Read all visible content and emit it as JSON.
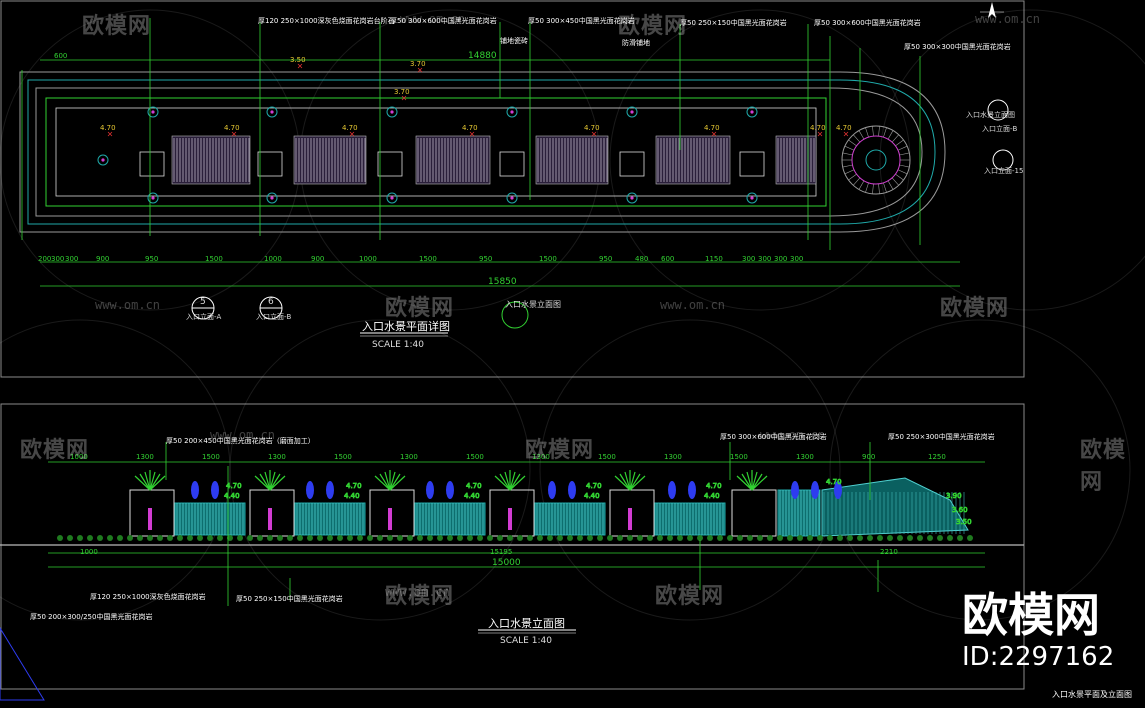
{
  "watermark": {
    "brand": "欧模网",
    "url": "www.om.cn",
    "id": "ID:2297162"
  },
  "plan": {
    "title": "入口水景平面详图",
    "scale": "SCALE 1:40",
    "top_dims": [
      "600",
      "14880"
    ],
    "bottom_dims": [
      "200",
      "300",
      "300",
      "900",
      "950",
      "1500",
      "1000",
      "900",
      "1000",
      "1500",
      "950",
      "1500",
      "950",
      "480",
      "600",
      "1150",
      "300",
      "300",
      "300",
      "300"
    ],
    "total_dim": "15850",
    "elev_marks": [
      "3.50",
      "3.70",
      "3.70",
      "4.70",
      "4.70",
      "4.70",
      "4.70",
      "4.70",
      "4.70",
      "4.70",
      "4.70"
    ],
    "notes": [
      "厚120 250×1000深灰色烧面花岗岩台阶石",
      "厚50 300×600中国黑光面花岗岩",
      "厚50 300×450中国黑光面花岗岩",
      "铺地瓷砖",
      "防滑铺地",
      "厚50 250×150中国黑光面花岗岩",
      "厚50 300×600中国黑光面花岗岩",
      "厚50 300×300中国黑光面花岗岩"
    ],
    "callouts": [
      {
        "num": "5",
        "label": "入口立面-A"
      },
      {
        "num": "6",
        "label": "入口立面-B"
      }
    ],
    "side_refs": [
      "入口水景立面图",
      "入口立面-B",
      "入口立面-15"
    ]
  },
  "elevation": {
    "title": "入口水景立面图",
    "scale": "SCALE 1:40",
    "top_dims": [
      "1000",
      "1300",
      "1500",
      "1300",
      "1500",
      "1300",
      "1500",
      "1300",
      "1500",
      "1300",
      "1500",
      "1300",
      "900",
      "1250"
    ],
    "bottom_dims": [
      "1000",
      "15195",
      "2210"
    ],
    "total_dim": "15000",
    "notes": [
      "厚50 200×450中国黑光面花岗岩（磨面加工）",
      "厚50 300×600中国黑光面花岗岩",
      "厚50 250×300中国黑光面花岗岩",
      "厚120 250×1000深灰色烧面花岗岩",
      "厚50 250×150中国黑光面花岗岩",
      "厚50 200×300/250中国黑光面花岗岩"
    ],
    "elev_marks": [
      "4.70",
      "4.70",
      "4.70",
      "4.70",
      "4.70",
      "4.70",
      "4.40",
      "4.40",
      "4.40",
      "4.40",
      "4.40",
      "3.90",
      "3.60",
      "3.50"
    ]
  },
  "sheet_title": "入口水景平面及立面图",
  "colors": {
    "bg": "#000000",
    "line": "#9a9a9a",
    "green": "#32d232",
    "teal": "#1fa9a9",
    "magenta": "#d23cd2",
    "red": "#e03030",
    "yellow": "#e6c832",
    "blue": "#2e3cf0"
  }
}
